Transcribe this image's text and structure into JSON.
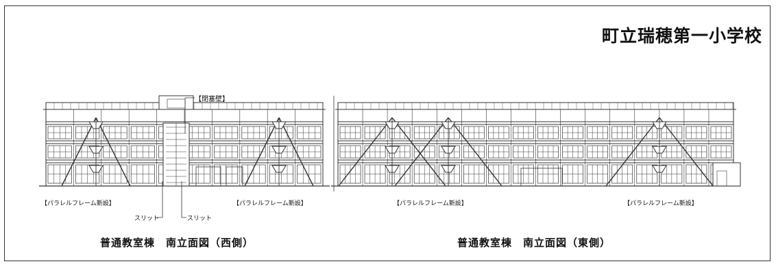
{
  "title": "町立瑞穂第一小学校",
  "labels": {
    "wall": "【閉塞壁】",
    "parallel_w1": "【パラレルフレーム新設】",
    "parallel_w2": "【パラレルフレーム新設】",
    "parallel_e1": "【パラレルフレーム新設】",
    "parallel_e2": "【パラレルフレーム新設】",
    "slit_left": "スリット",
    "slit_right": "スリット"
  },
  "captions": {
    "west": "普通教室棟　南立面図（西側）",
    "east": "普通教室棟　南立面図（東側）"
  }
}
